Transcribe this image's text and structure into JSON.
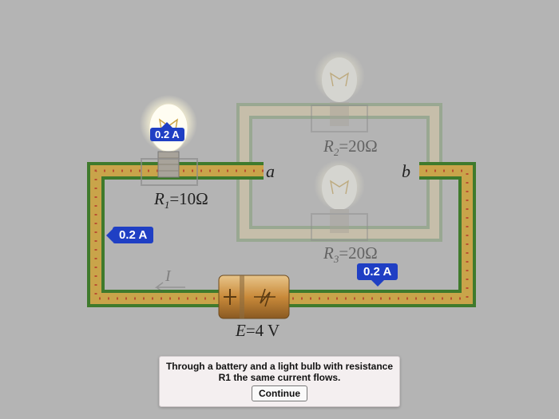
{
  "labels": {
    "r1": "R",
    "r1_sub": "1",
    "r1_val": "=10Ω",
    "r2": "R",
    "r2_sub": "2",
    "r2_val": "=20Ω",
    "r3": "R",
    "r3_sub": "3",
    "r3_val": "=20Ω",
    "e": "E",
    "e_val": "=4 V",
    "node_a": "a",
    "node_b": "b",
    "current_symbol": "I"
  },
  "badges": {
    "bulb": "0.2 A",
    "left_wire": "0.2 A",
    "bottom_wire": "0.2 A"
  },
  "dialog": {
    "message": "Through a battery and a light bulb with resistance R1 the same current flows.",
    "button": "Continue"
  },
  "colors": {
    "background": "#b4b4b4",
    "wire_active": "#c9a44a",
    "wire_border": "#3f7a2c",
    "badge": "#1f3fc4"
  }
}
